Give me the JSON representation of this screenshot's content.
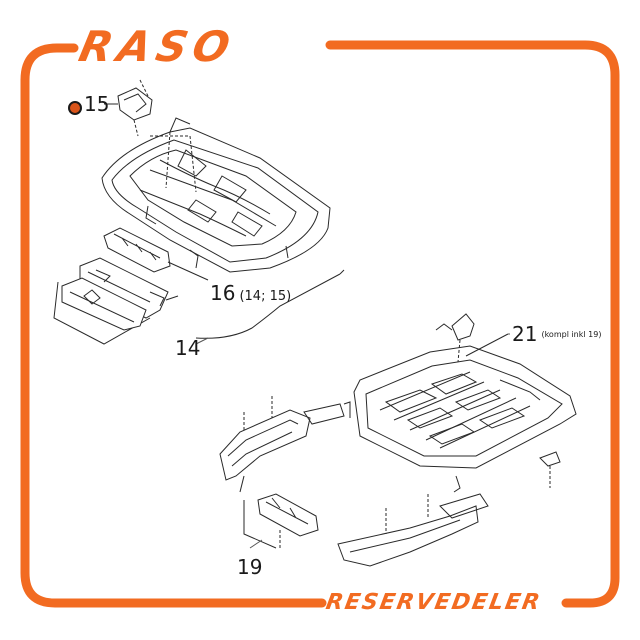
{
  "brand": {
    "title": "RASO",
    "subtitle": "RESERVEDELER",
    "accent_color": "#f26b21"
  },
  "callouts": {
    "c15": {
      "number": "15"
    },
    "c16": {
      "number": "16",
      "sub": "(14; 15)"
    },
    "c14": {
      "number": "14"
    },
    "c21": {
      "number": "21",
      "note": "(kompl inkl 19)"
    },
    "c19": {
      "number": "19"
    }
  }
}
